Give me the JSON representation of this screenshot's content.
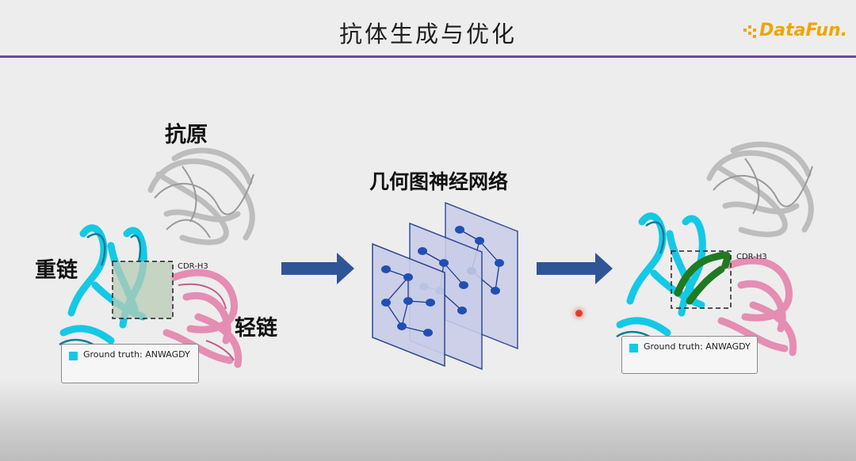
{
  "header": {
    "title": "抗体生成与优化",
    "logo_text": "DataFun."
  },
  "left_panel": {
    "antigen_label": "抗原",
    "heavy_chain_label": "重链",
    "light_chain_label": "轻链",
    "cdr_label": "CDR-H3",
    "ground_truth": "Ground truth: ANWAGDY"
  },
  "center": {
    "network_label": "几何图神经网络"
  },
  "right_panel": {
    "cdr_label": "CDR-H3",
    "ground_truth": "Ground truth: ANWAGDY"
  },
  "colors": {
    "accent_rule": "#6b46a6",
    "arrow": "#2f5597",
    "heavy_chain": "#14c9e6",
    "light_chain": "#e58db3",
    "antigen": "#c8c8c8",
    "generated_cdr": "#1f7a22",
    "graph_node": "#1f4fb4"
  }
}
